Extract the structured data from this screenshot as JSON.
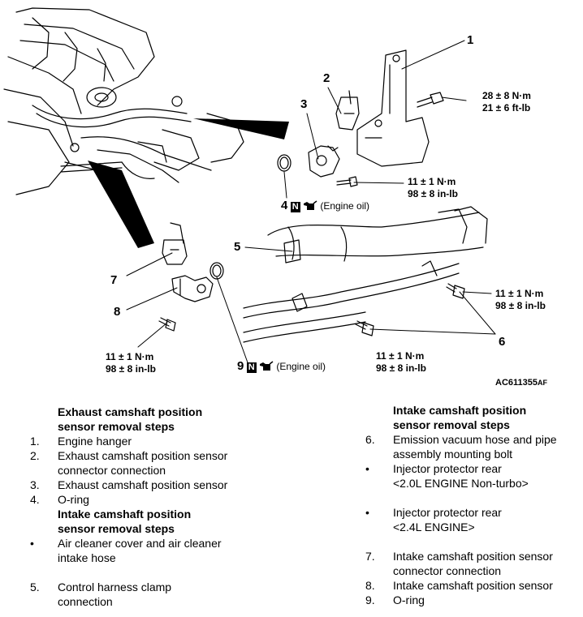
{
  "figure": {
    "callouts": [
      "1",
      "2",
      "3",
      "4",
      "5",
      "6",
      "7",
      "8",
      "9"
    ],
    "torque_top_right": {
      "line1": "28 ± 8 N·m",
      "line2": "21 ± 6 ft-lb"
    },
    "torque_item3": {
      "line1": "11 ± 1 N·m",
      "line2": "98 ± 8 in-lb"
    },
    "torque_item6_right": {
      "line1": "11 ± 1 N·m",
      "line2": "98 ± 8 in-lb"
    },
    "torque_item6_bottom": {
      "line1": "11 ± 1 N·m",
      "line2": "98 ± 8 in-lb"
    },
    "torque_item8": {
      "line1": "11 ± 1 N·m",
      "line2": "98 ± 8 in-lb"
    },
    "n_symbol": "N",
    "engine_oil_note": "(Engine oil)",
    "figure_id": "AC611355",
    "figure_id_suffix": "AF"
  },
  "left_column": {
    "heading1": [
      "Exhaust camshaft position",
      "sensor removal steps"
    ],
    "steps1": [
      {
        "num": "1.",
        "lines": [
          "Engine hanger"
        ]
      },
      {
        "num": "2.",
        "lines": [
          "Exhaust camshaft position sensor",
          "connector connection"
        ]
      },
      {
        "num": "3.",
        "lines": [
          "Exhaust camshaft position sensor"
        ]
      },
      {
        "num": "4.",
        "lines": [
          "O-ring"
        ]
      }
    ],
    "heading2": [
      "Intake camshaft position",
      "sensor removal steps"
    ],
    "steps2": [
      {
        "num": "•",
        "lines": [
          "Air cleaner cover and air cleaner",
          "intake hose"
        ]
      },
      {
        "num": "5.",
        "lines": [
          "Control harness clamp",
          "connection"
        ]
      }
    ]
  },
  "right_column": {
    "heading": [
      "Intake camshaft position",
      "sensor removal steps"
    ],
    "steps": [
      {
        "num": "6.",
        "lines": [
          "Emission vacuum hose and pipe",
          "assembly mounting bolt"
        ]
      },
      {
        "num": "•",
        "lines": [
          "Injector protector rear",
          "<2.0L ENGINE Non-turbo>"
        ]
      },
      {
        "num": "•",
        "lines": [
          "Injector protector rear",
          "<2.4L ENGINE>"
        ]
      },
      {
        "num": "7.",
        "lines": [
          "Intake camshaft position sensor",
          "connector connection"
        ]
      },
      {
        "num": "8.",
        "lines": [
          "Intake camshaft position sensor"
        ]
      },
      {
        "num": "9.",
        "lines": [
          "O-ring"
        ]
      }
    ]
  }
}
